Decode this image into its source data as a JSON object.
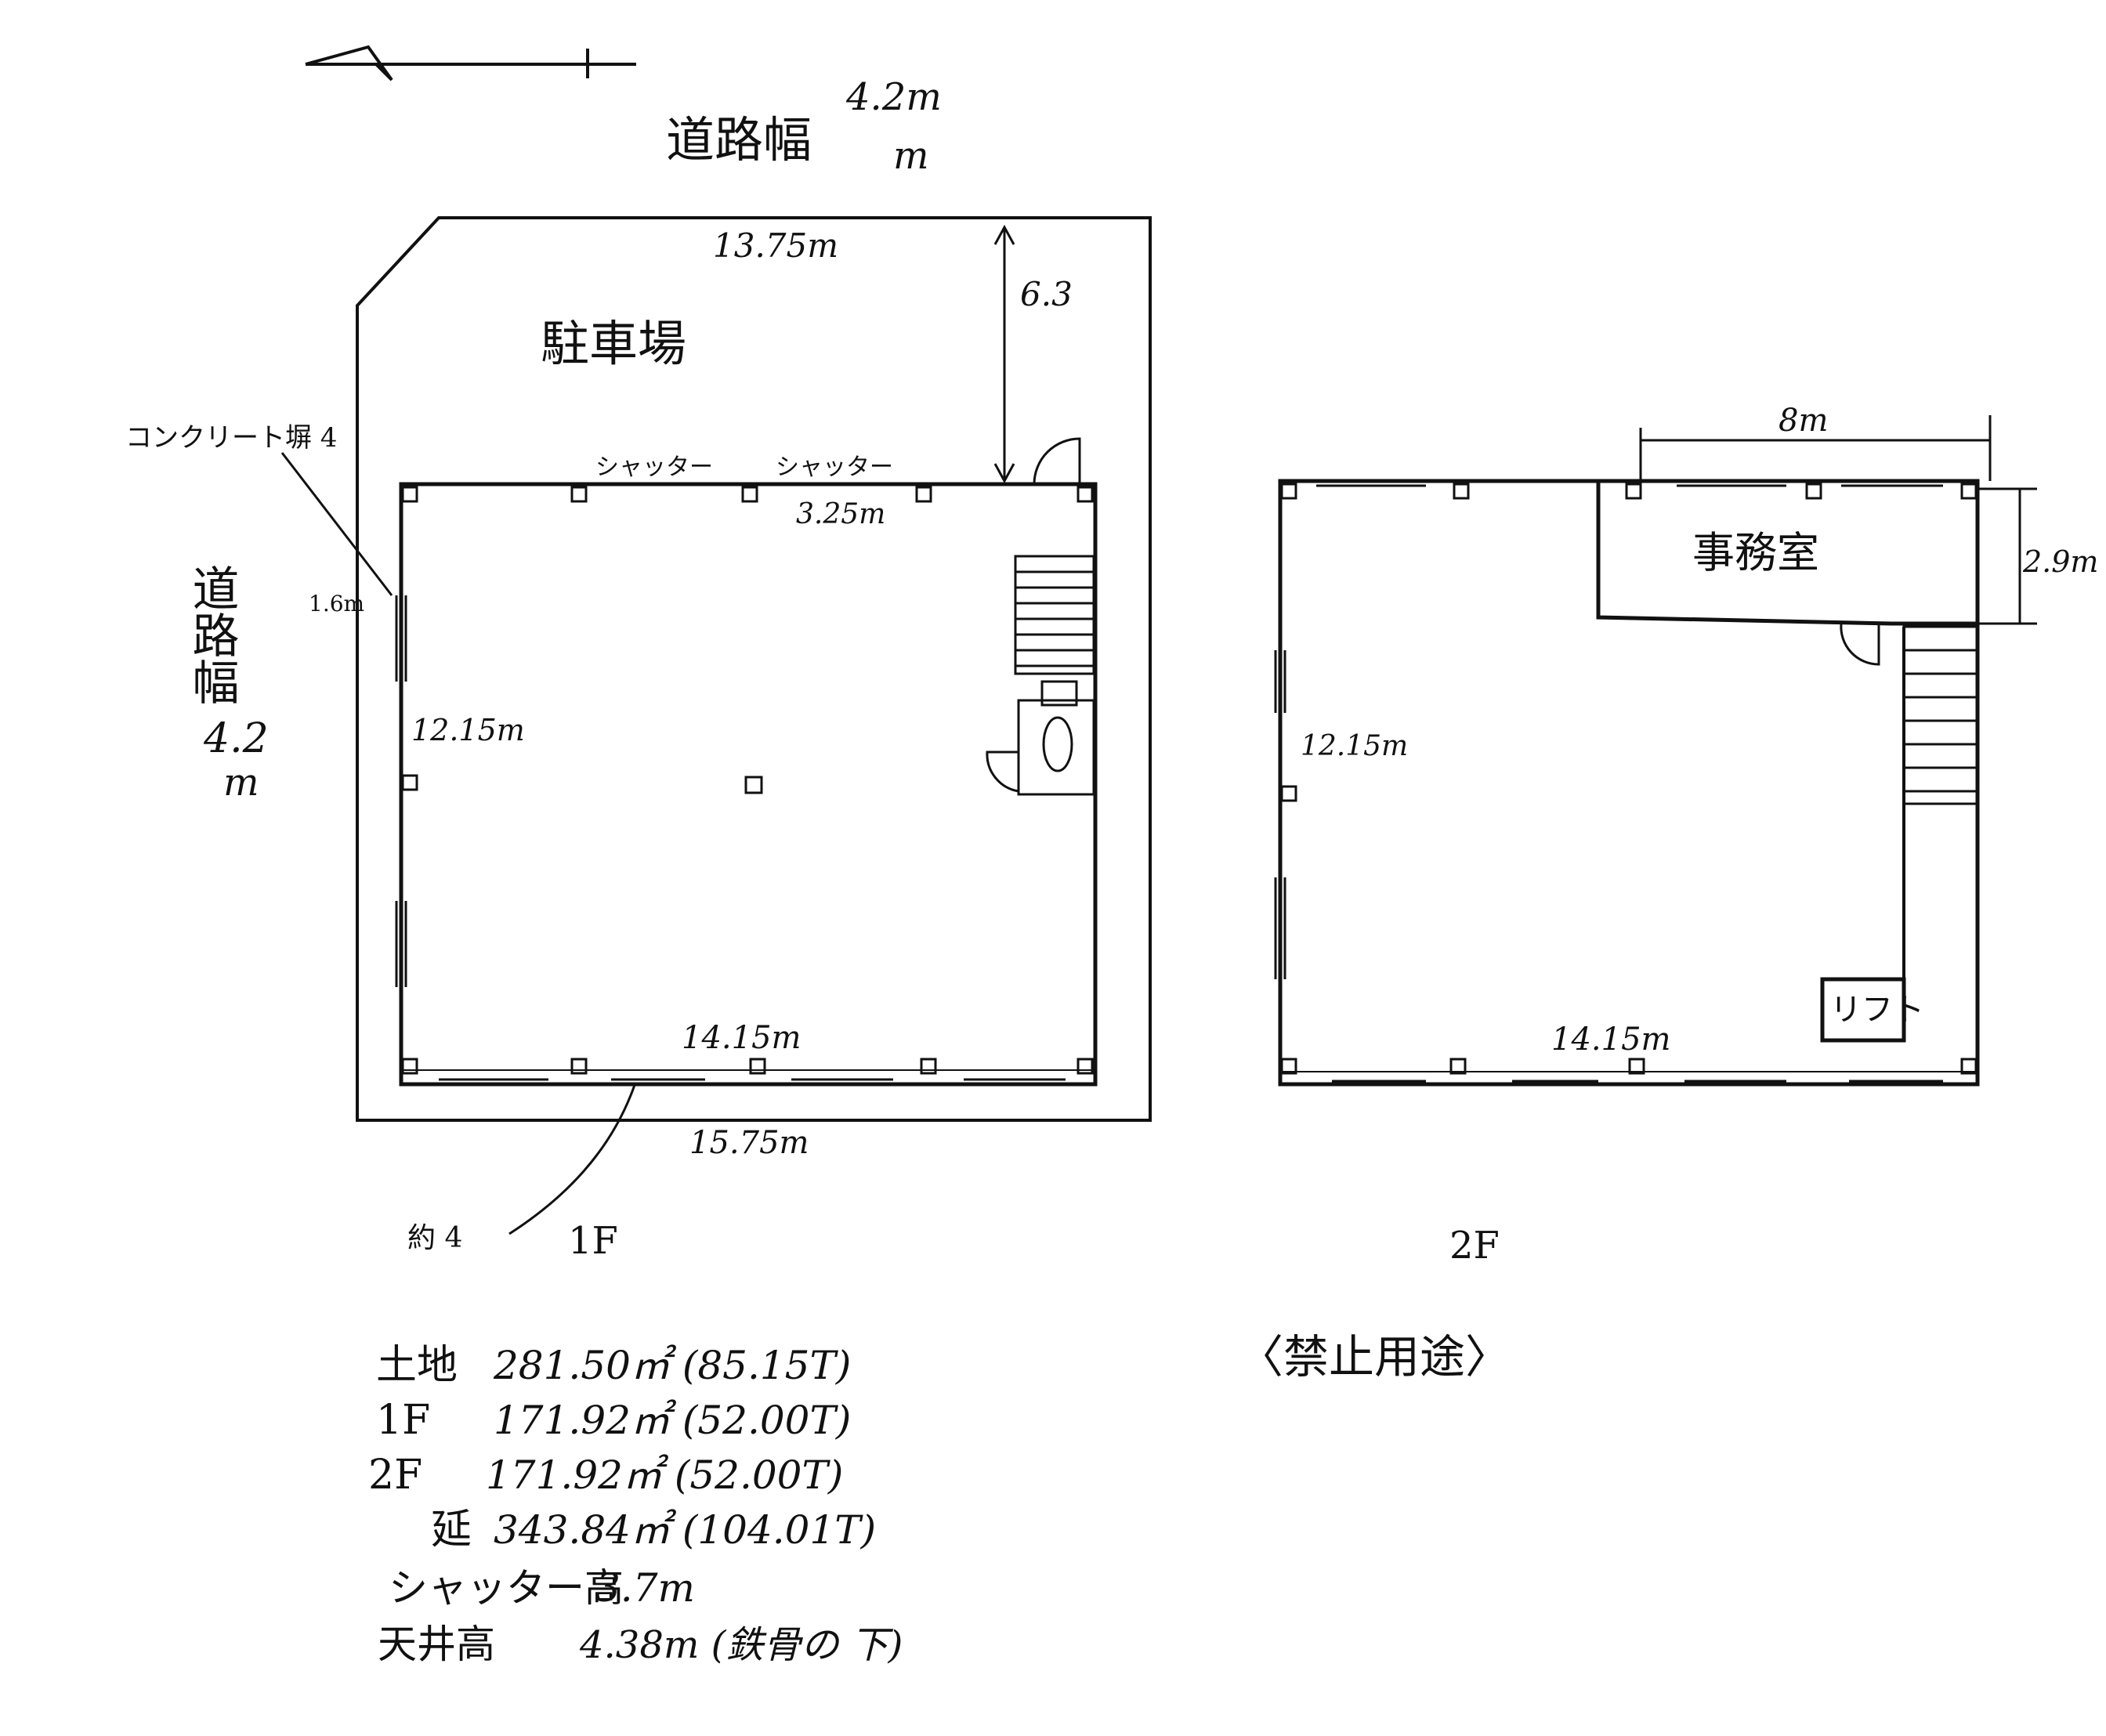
{
  "road_top": {
    "width_label": "道路幅",
    "width_value": "4.2m",
    "unit_mark": "m"
  },
  "road_left": {
    "label": "道路幅",
    "value": "4.2",
    "unit": "m"
  },
  "floor1": {
    "label": "1F",
    "parking": "駐車場",
    "top_width": "13.75m",
    "setback": "6.3",
    "shutter_left": "シャッター",
    "shutter_right": "シャッター",
    "shutter_width": "3.25m",
    "inner_depth": "12.15m",
    "inner_width": "14.15m",
    "outer_width": "15.75m",
    "left_note": "コンクリート塀 4",
    "left_dim": "1.6m",
    "bottom_note": "約 4"
  },
  "floor2": {
    "label": "2F",
    "office": "事務室",
    "office_width": "8m",
    "office_depth": "2.9m",
    "inner_depth": "12.15m",
    "inner_width": "14.15m",
    "lift": "リフト"
  },
  "prohibited_use": "〈禁止用途〉",
  "summary": [
    {
      "label": "土地",
      "value": "281.50㎡ (85.15T)"
    },
    {
      "label": "1F",
      "value": "171.92㎡ (52.00T)"
    },
    {
      "label": "2F",
      "value": "171.92㎡ (52.00T)"
    },
    {
      "label": "延",
      "value": "343.84㎡ (104.01T)"
    },
    {
      "label": "シャッター高",
      "value": "3.7m"
    },
    {
      "label": "天井高",
      "value": "4.38m (鉄骨の 下)"
    }
  ]
}
